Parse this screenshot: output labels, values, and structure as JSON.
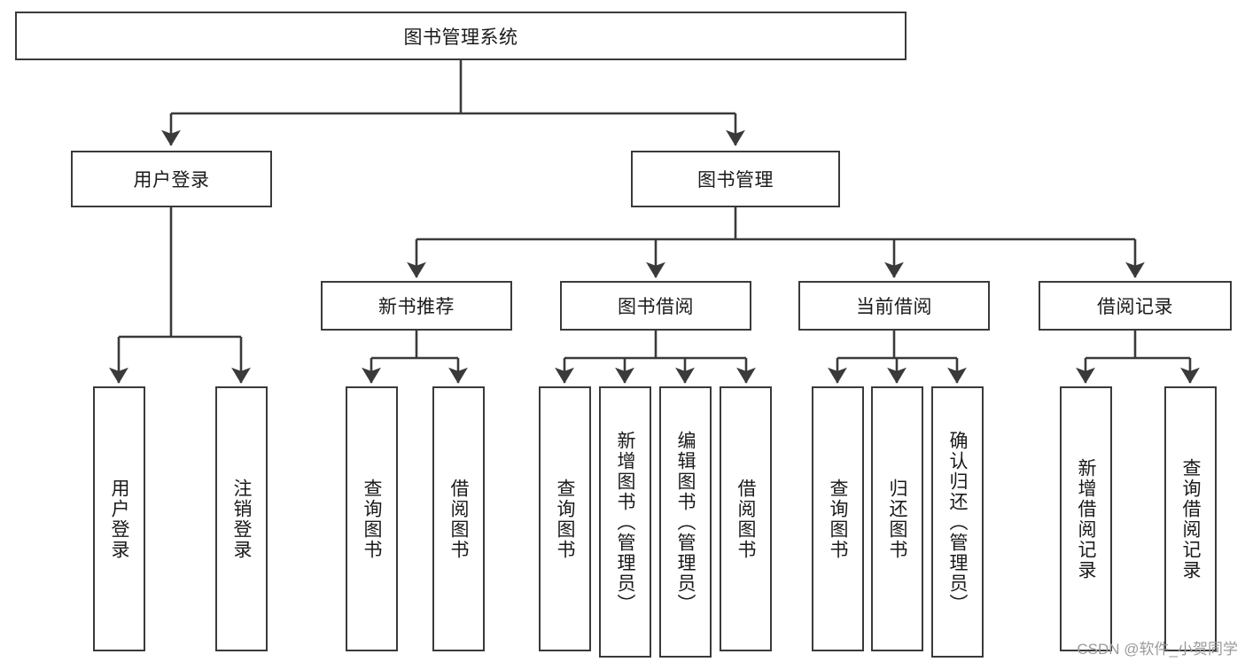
{
  "diagram": {
    "type": "tree-hierarchy",
    "title": "图书管理系统",
    "watermark": "CSDN @软件_小贺同学",
    "colors": {
      "stroke": "#3a3a3a",
      "fill": "#ffffff",
      "text": "#1a1a1a",
      "watermark": "#9a9a9a"
    },
    "nodes": {
      "root": {
        "label": "图书管理系统",
        "level": 0,
        "orientation": "horizontal"
      },
      "l1": [
        {
          "label": "用户登录",
          "orientation": "horizontal"
        },
        {
          "label": "图书管理",
          "orientation": "horizontal"
        }
      ],
      "l2": [
        {
          "label": "新书推荐",
          "orientation": "horizontal"
        },
        {
          "label": "图书借阅",
          "orientation": "horizontal"
        },
        {
          "label": "当前借阅",
          "orientation": "horizontal"
        },
        {
          "label": "借阅记录",
          "orientation": "horizontal"
        }
      ],
      "leaves_user_login": [
        {
          "label": "用户登录",
          "orientation": "vertical"
        },
        {
          "label": "注销登录",
          "orientation": "vertical"
        }
      ],
      "leaves_new_book": [
        {
          "label": "查询图书",
          "orientation": "vertical"
        },
        {
          "label": "借阅图书",
          "orientation": "vertical"
        }
      ],
      "leaves_borrow": [
        {
          "label": "查询图书",
          "orientation": "vertical"
        },
        {
          "label": "新增图书（管理员）",
          "orientation": "vertical"
        },
        {
          "label": "编辑图书（管理员）",
          "orientation": "vertical"
        },
        {
          "label": "借阅图书",
          "orientation": "vertical"
        }
      ],
      "leaves_current": [
        {
          "label": "查询图书",
          "orientation": "vertical"
        },
        {
          "label": "归还图书",
          "orientation": "vertical"
        },
        {
          "label": "确认归还（管理员）",
          "orientation": "vertical"
        }
      ],
      "leaves_records": [
        {
          "label": "新增借阅记录",
          "orientation": "vertical"
        },
        {
          "label": "查询借阅记录",
          "orientation": "vertical"
        }
      ]
    },
    "edges": [
      {
        "from": "图书管理系统",
        "to": "用户登录"
      },
      {
        "from": "图书管理系统",
        "to": "图书管理"
      },
      {
        "from": "用户登录",
        "to": "用户登录(叶)"
      },
      {
        "from": "用户登录",
        "to": "注销登录"
      },
      {
        "from": "图书管理",
        "to": "新书推荐"
      },
      {
        "from": "图书管理",
        "to": "图书借阅"
      },
      {
        "from": "图书管理",
        "to": "当前借阅"
      },
      {
        "from": "图书管理",
        "to": "借阅记录"
      },
      {
        "from": "新书推荐",
        "to": "查询图书"
      },
      {
        "from": "新书推荐",
        "to": "借阅图书"
      },
      {
        "from": "图书借阅",
        "to": "查询图书"
      },
      {
        "from": "图书借阅",
        "to": "新增图书（管理员）"
      },
      {
        "from": "图书借阅",
        "to": "编辑图书（管理员）"
      },
      {
        "from": "图书借阅",
        "to": "借阅图书"
      },
      {
        "from": "当前借阅",
        "to": "查询图书"
      },
      {
        "from": "当前借阅",
        "to": "归还图书"
      },
      {
        "from": "当前借阅",
        "to": "确认归还（管理员）"
      },
      {
        "from": "借阅记录",
        "to": "新增借阅记录"
      },
      {
        "from": "借阅记录",
        "to": "查询借阅记录"
      }
    ]
  }
}
